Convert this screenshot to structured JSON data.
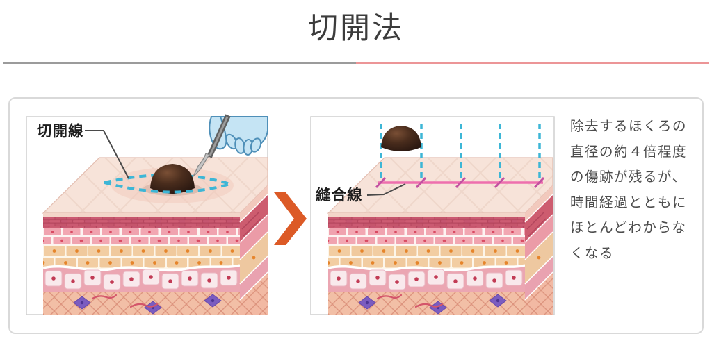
{
  "page": {
    "title": "切開法"
  },
  "divider": {
    "left_color": "#9b9b9b",
    "right_color": "#ec9597"
  },
  "figure": {
    "incision_label": "切開線",
    "suture_label": "縫合線",
    "arrow_color": "#dc5a26",
    "incision_line_color": "#3db6d6",
    "excision_guide_color": "#3db6d6",
    "suture_line_color": "#ee6fae",
    "stitch_mark_color": "#c250a0",
    "mole_color": "#3a2316",
    "description_lines": [
      "除去するほくろの",
      "直径の約４倍程度",
      "の傷跡が残るが、",
      "時間経過とともに",
      "ほとんどわからな",
      "くなる"
    ]
  }
}
